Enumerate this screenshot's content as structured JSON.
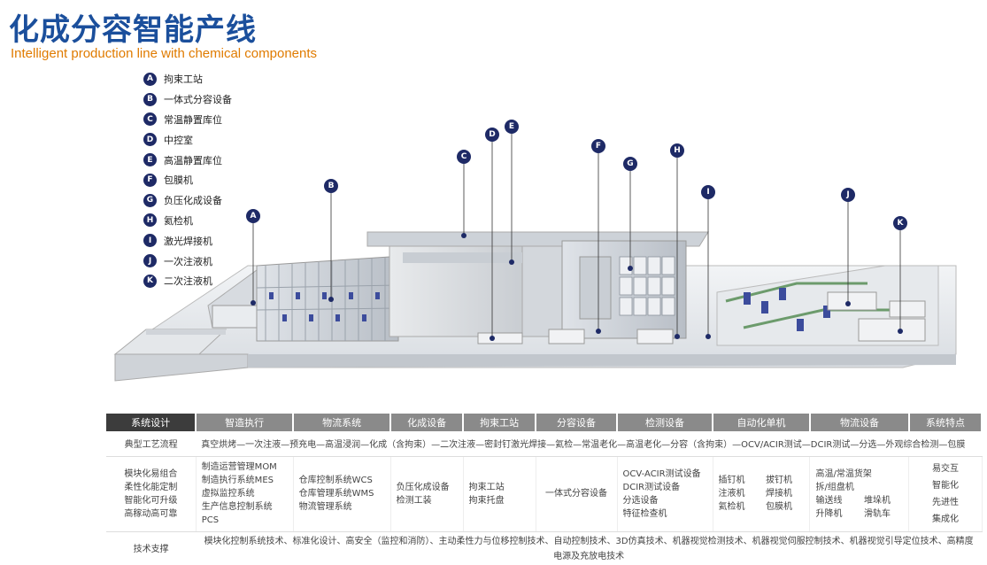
{
  "title": "化成分容智能产线",
  "subtitle": "Intelligent production line with chemical components",
  "legend": [
    {
      "key": "A",
      "label": "拘束工站"
    },
    {
      "key": "B",
      "label": "一体式分容设备"
    },
    {
      "key": "C",
      "label": "常温静置库位"
    },
    {
      "key": "D",
      "label": "中控室"
    },
    {
      "key": "E",
      "label": "高温静置库位"
    },
    {
      "key": "F",
      "label": "包膜机"
    },
    {
      "key": "G",
      "label": "负压化成设备"
    },
    {
      "key": "H",
      "label": "氦检机"
    },
    {
      "key": "I",
      "label": "激光焊接机"
    },
    {
      "key": "J",
      "label": "一次注液机"
    },
    {
      "key": "K",
      "label": "二次注液机"
    }
  ],
  "table": {
    "headers": [
      "系统设计",
      "智造执行",
      "物流系统",
      "化成设备",
      "拘束工站",
      "分容设备",
      "检测设备",
      "自动化单机",
      "物流设备",
      "系统特点"
    ],
    "process_label": "典型工艺流程",
    "process_text": "真空烘烤—一次注液—预充电—高温浸润—化成（含拘束）—二次注液—密封钉激光焊接—氦检—常温老化—高温老化—分容（含拘束）—OCV/ACIR测试—DCIR测试—分选—外观综合检测—包膜",
    "system_design": [
      "模块化易组合",
      "柔性化能定制",
      "智能化可升级",
      "高稼动高可靠"
    ],
    "mes": [
      "制造运营管理MOM",
      "制造执行系统MES",
      "虚拟监控系统",
      "生产信息控制系统PCS"
    ],
    "logistics_sys": [
      "仓库控制系统WCS",
      "仓库管理系统WMS",
      "物流管理系统"
    ],
    "formation": [
      "负压化成设备",
      "检测工装"
    ],
    "restraint": [
      "拘束工站",
      "拘束托盘"
    ],
    "capacity": [
      "一体式分容设备"
    ],
    "testing": [
      "OCV-ACIR测试设备",
      "DCIR测试设备",
      "分选设备",
      "特征检查机"
    ],
    "automation": [
      "插钉机",
      "拔钉机",
      "注液机",
      "焊接机",
      "氦检机",
      "包膜机"
    ],
    "logistics_eq": [
      "高温/常温货架",
      "拆/组盘机",
      "输送线",
      "堆垛机",
      "升降机",
      "滑轨车"
    ],
    "features": [
      "易交互",
      "智能化",
      "先进性",
      "集成化"
    ],
    "tech_label": "技术支撑",
    "tech_text": "模块化控制系统技术、标准化设计、高安全（监控和消防）、主动柔性力与位移控制技术、自动控制技术、3D仿真技术、机器视觉检测技术、机器视觉伺服控制技术、机器视觉引导定位技术、高精度电源及充放电技术"
  }
}
